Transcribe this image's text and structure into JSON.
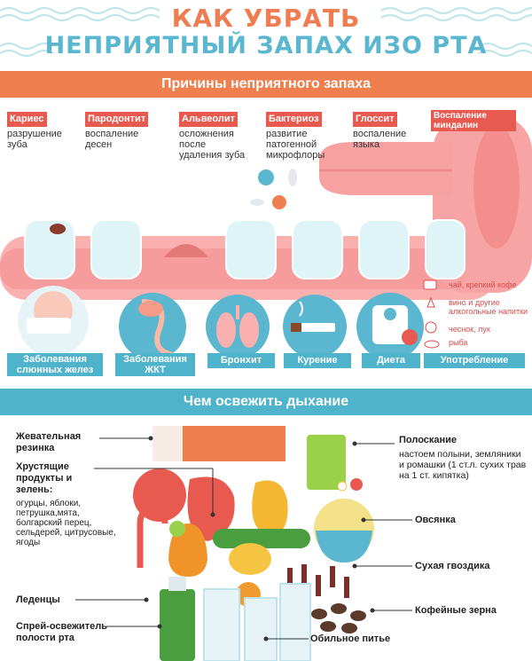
{
  "title_line1": "КАК УБРАТЬ",
  "title_line2": "НЕПРИЯТНЫЙ ЗАПАХ ИЗО РТА",
  "causes_banner": "Причины неприятного запаха",
  "causes": [
    {
      "head": "Кариес",
      "desc": "разрушение зуба"
    },
    {
      "head": "Пародонтит",
      "desc": "воспаление десен"
    },
    {
      "head": "Альвеолит",
      "desc": "осложнения после удаления зуба"
    },
    {
      "head": "Бактериоз",
      "desc": "развитие патогенной микрофлоры"
    },
    {
      "head": "Глоссит",
      "desc": "воспаление языка"
    },
    {
      "head": "Воспаление миндалин",
      "desc": ""
    }
  ],
  "factors": [
    {
      "label": "Заболевания слюнных желез"
    },
    {
      "label": "Заболевания ЖКТ"
    },
    {
      "label": "Бронхит"
    },
    {
      "label": "Курение"
    },
    {
      "label": "Диета"
    },
    {
      "label": "Употребление"
    }
  ],
  "consumption": [
    "чай, крепкий кофе",
    "вино и другие алкогольные напитки",
    "чеснок, лук",
    "рыба"
  ],
  "fresh_banner": "Чем освежить дыхание",
  "remedies": {
    "gum": "Жевательная резинка",
    "crunchy_title": "Хрустящие продукты и зелень:",
    "crunchy_list": "огурцы, яблоки, петрушка,мята, болгарский перец, сельдерей, цитрусовые, ягоды",
    "lollipops": "Леденцы",
    "spray": "Спрей-освежитель полости рта",
    "rinse_title": "Полоскание",
    "rinse_desc": "настоем полыни, земляники и ромашки (1 ст.л. сухих трав на 1 ст. кипятка)",
    "oatmeal": "Овсянка",
    "cloves": "Сухая гвоздика",
    "coffee_beans": "Кофейные зерна",
    "drinking": "Обильное питье"
  },
  "colors": {
    "title_orange": "#ee7d52",
    "title_blue": "#5ab7cf",
    "banner_orange": "#ef7f4f",
    "banner_blue": "#4fb3cc",
    "gum_pink": "#fbb0b0",
    "tooth": "#dff4f6",
    "head_red": "#e8594f"
  }
}
